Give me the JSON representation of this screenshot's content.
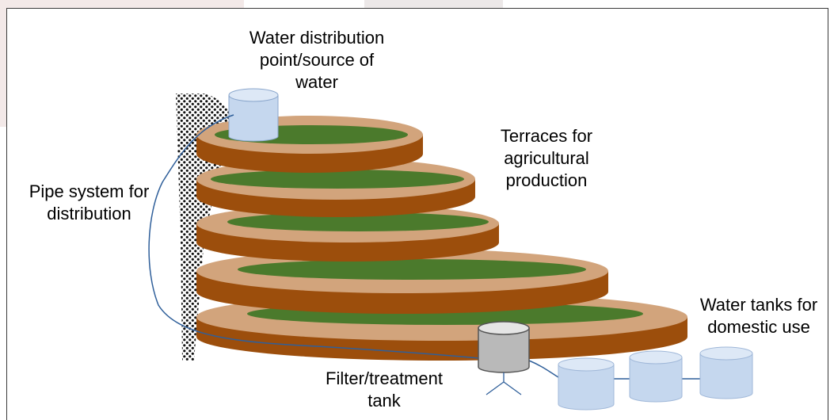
{
  "labels": {
    "source": [
      "Water distribution",
      "point/source of",
      "water"
    ],
    "terraces": [
      "Terraces for",
      "agricultural",
      "production"
    ],
    "pipe": [
      "Pipe system for",
      "distribution"
    ],
    "domestic": [
      "Water tanks for",
      "domestic use"
    ],
    "filter": [
      "Filter/treatment",
      "tank"
    ]
  },
  "colors": {
    "terrace_side": "#9c4e0c",
    "terrace_top": "#d2a47c",
    "field": "#4b7a2c",
    "tank_fill": "#c5d7ee",
    "tank_top": "#dde8f6",
    "filter_fill": "#b9b9b9",
    "pipe": "#2f5f9a"
  },
  "counts": {
    "terraces": 5,
    "domestic_tanks": 3
  }
}
